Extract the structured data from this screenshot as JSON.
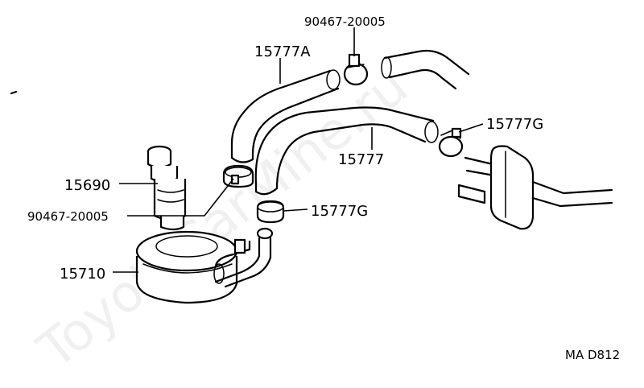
{
  "watermark": "ToyotaCarMine.ru",
  "diagram_code": "MA D812",
  "parts": {
    "clip_top": "90467-20005",
    "hose_a": "15777A",
    "clamp_right": "15777G",
    "hose": "15777",
    "relief_valve": "15690",
    "clip_left": "90467-20005",
    "clamp_lower": "15777G",
    "oil_cooler": "15710"
  }
}
